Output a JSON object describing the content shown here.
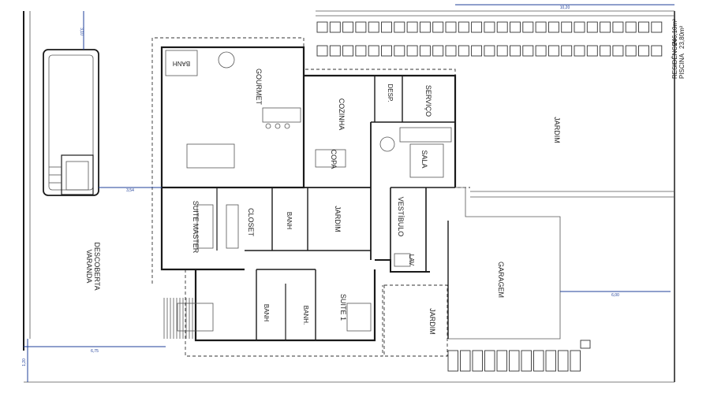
{
  "rooms": {
    "banh_top": "BANH",
    "gourmet": "GOURMET",
    "cozinha": "COZINHA",
    "desp": "DESP.",
    "servico": "SERVIÇO",
    "sala": "SALA",
    "copa": "COPA",
    "jardim_east": "JARDIM",
    "suite_master": "SUITE MASTER",
    "closet": "CLOSET",
    "banh_master": "BANH",
    "jardim_center": "JARDIM",
    "vestibulo": "VESTÍBULO",
    "lav": "LAV",
    "garagem": "GARAGEM",
    "varanda": "VARANDA",
    "descoberta": "DESCOBERTA",
    "banh_left": "BANH",
    "banh_right": "BANH.",
    "suite1": "SUITE 1",
    "jardim_south": "JARDIM"
  },
  "area_table": {
    "residencia_label": "RESIDÊNCIA",
    "residencia_value": "246,10m²",
    "piscina_label": "PISCINA",
    "piscina_value": "23,80m²"
  },
  "dimensions": {
    "top_right": "10,20",
    "pool_top": "3,10",
    "pool_right": "3,54",
    "bottom_left": "6,75",
    "bottom_left_vertical": "1,20",
    "garage": "6,00"
  }
}
